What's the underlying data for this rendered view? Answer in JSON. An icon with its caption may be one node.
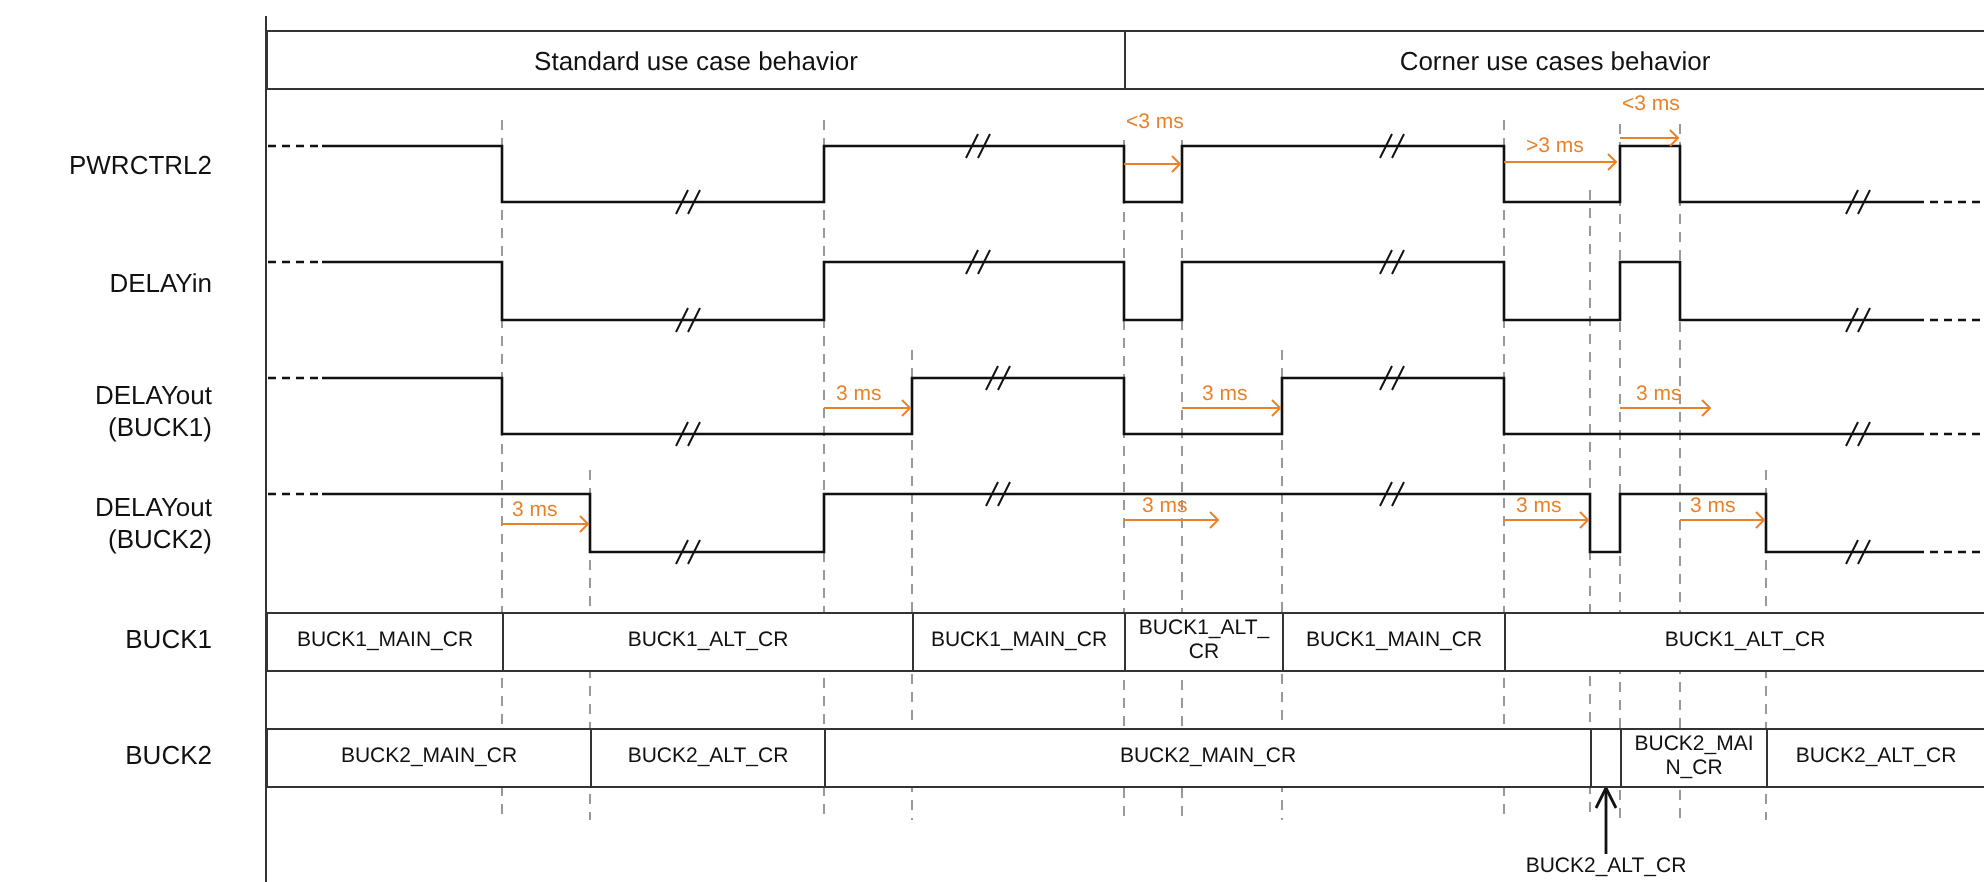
{
  "diagram": {
    "nodes": [
      {
        "text": [
          "Standard use case behavior"
        ]
      },
      {
        "text": [
          "Corner use cases behavior"
        ]
      },
      {
        "text": [
          "BUCK1_MAIN_CR"
        ]
      },
      {
        "text": [
          "BUCK1_ALT_CR"
        ]
      },
      {
        "text": [
          "BUCK1_MAIN_CR"
        ]
      },
      {
        "text": [
          "BUCK1_ALT_CR"
        ]
      },
      {
        "text": [
          "BUCK1_MAIN_CR"
        ]
      },
      {
        "text": [
          "BUCK1_ALT_CR"
        ]
      },
      {
        "text": [
          "BUCK2_MAIN_CR"
        ]
      },
      {
        "text": [
          "BUCK2_ALT_CR"
        ]
      },
      {
        "text": [
          "BUCK2_MAIN_CR"
        ]
      },
      {
        "text": [],
        "shape": "box"
      },
      {
        "text": [
          "BUCK2_MAIN_CR"
        ]
      },
      {
        "text": [
          "BUCK2_ALT_CR"
        ]
      },
      {
        "text": [
          "BUCK2_ALT_CR"
        ]
      }
    ],
    "edges": [
      {
        "from": 14,
        "to": 11,
        "arrow": "to"
      }
    ],
    "labels": [
      "PWRCTRL2",
      "<3 ms",
      ">3 ms",
      "<3 ms",
      "DELAYin",
      "DELAYout (BUCK1)",
      "3 ms",
      "3 ms",
      "3 ms",
      "DELAYout (BUCK2)",
      "3 ms",
      "3 ms",
      "3 ms",
      "3 ms",
      "BUCK1",
      "BUCK2"
    ]
  }
}
